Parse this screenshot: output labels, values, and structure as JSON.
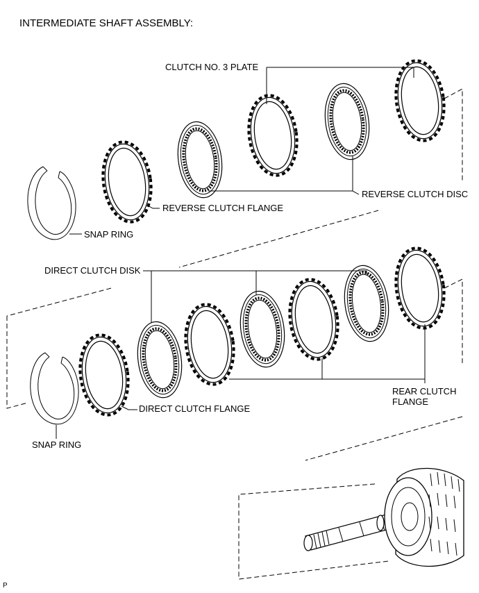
{
  "title": "INTERMEDIATE SHAFT ASSEMBLY:",
  "labels": {
    "clutch_no3_plate": "CLUTCH NO. 3 PLATE",
    "reverse_clutch_disc": "REVERSE CLUTCH DISC",
    "reverse_clutch_flange": "REVERSE CLUTCH FLANGE",
    "snap_ring_top": "SNAP RING",
    "direct_clutch_disk": "DIRECT CLUTCH DISK",
    "rear_clutch_flange_1": "REAR CLUTCH",
    "rear_clutch_flange_2": "FLANGE",
    "direct_clutch_flange": "DIRECT CLUTCH FLANGE",
    "snap_ring_bottom": "SNAP RING"
  },
  "corner_mark": "P"
}
